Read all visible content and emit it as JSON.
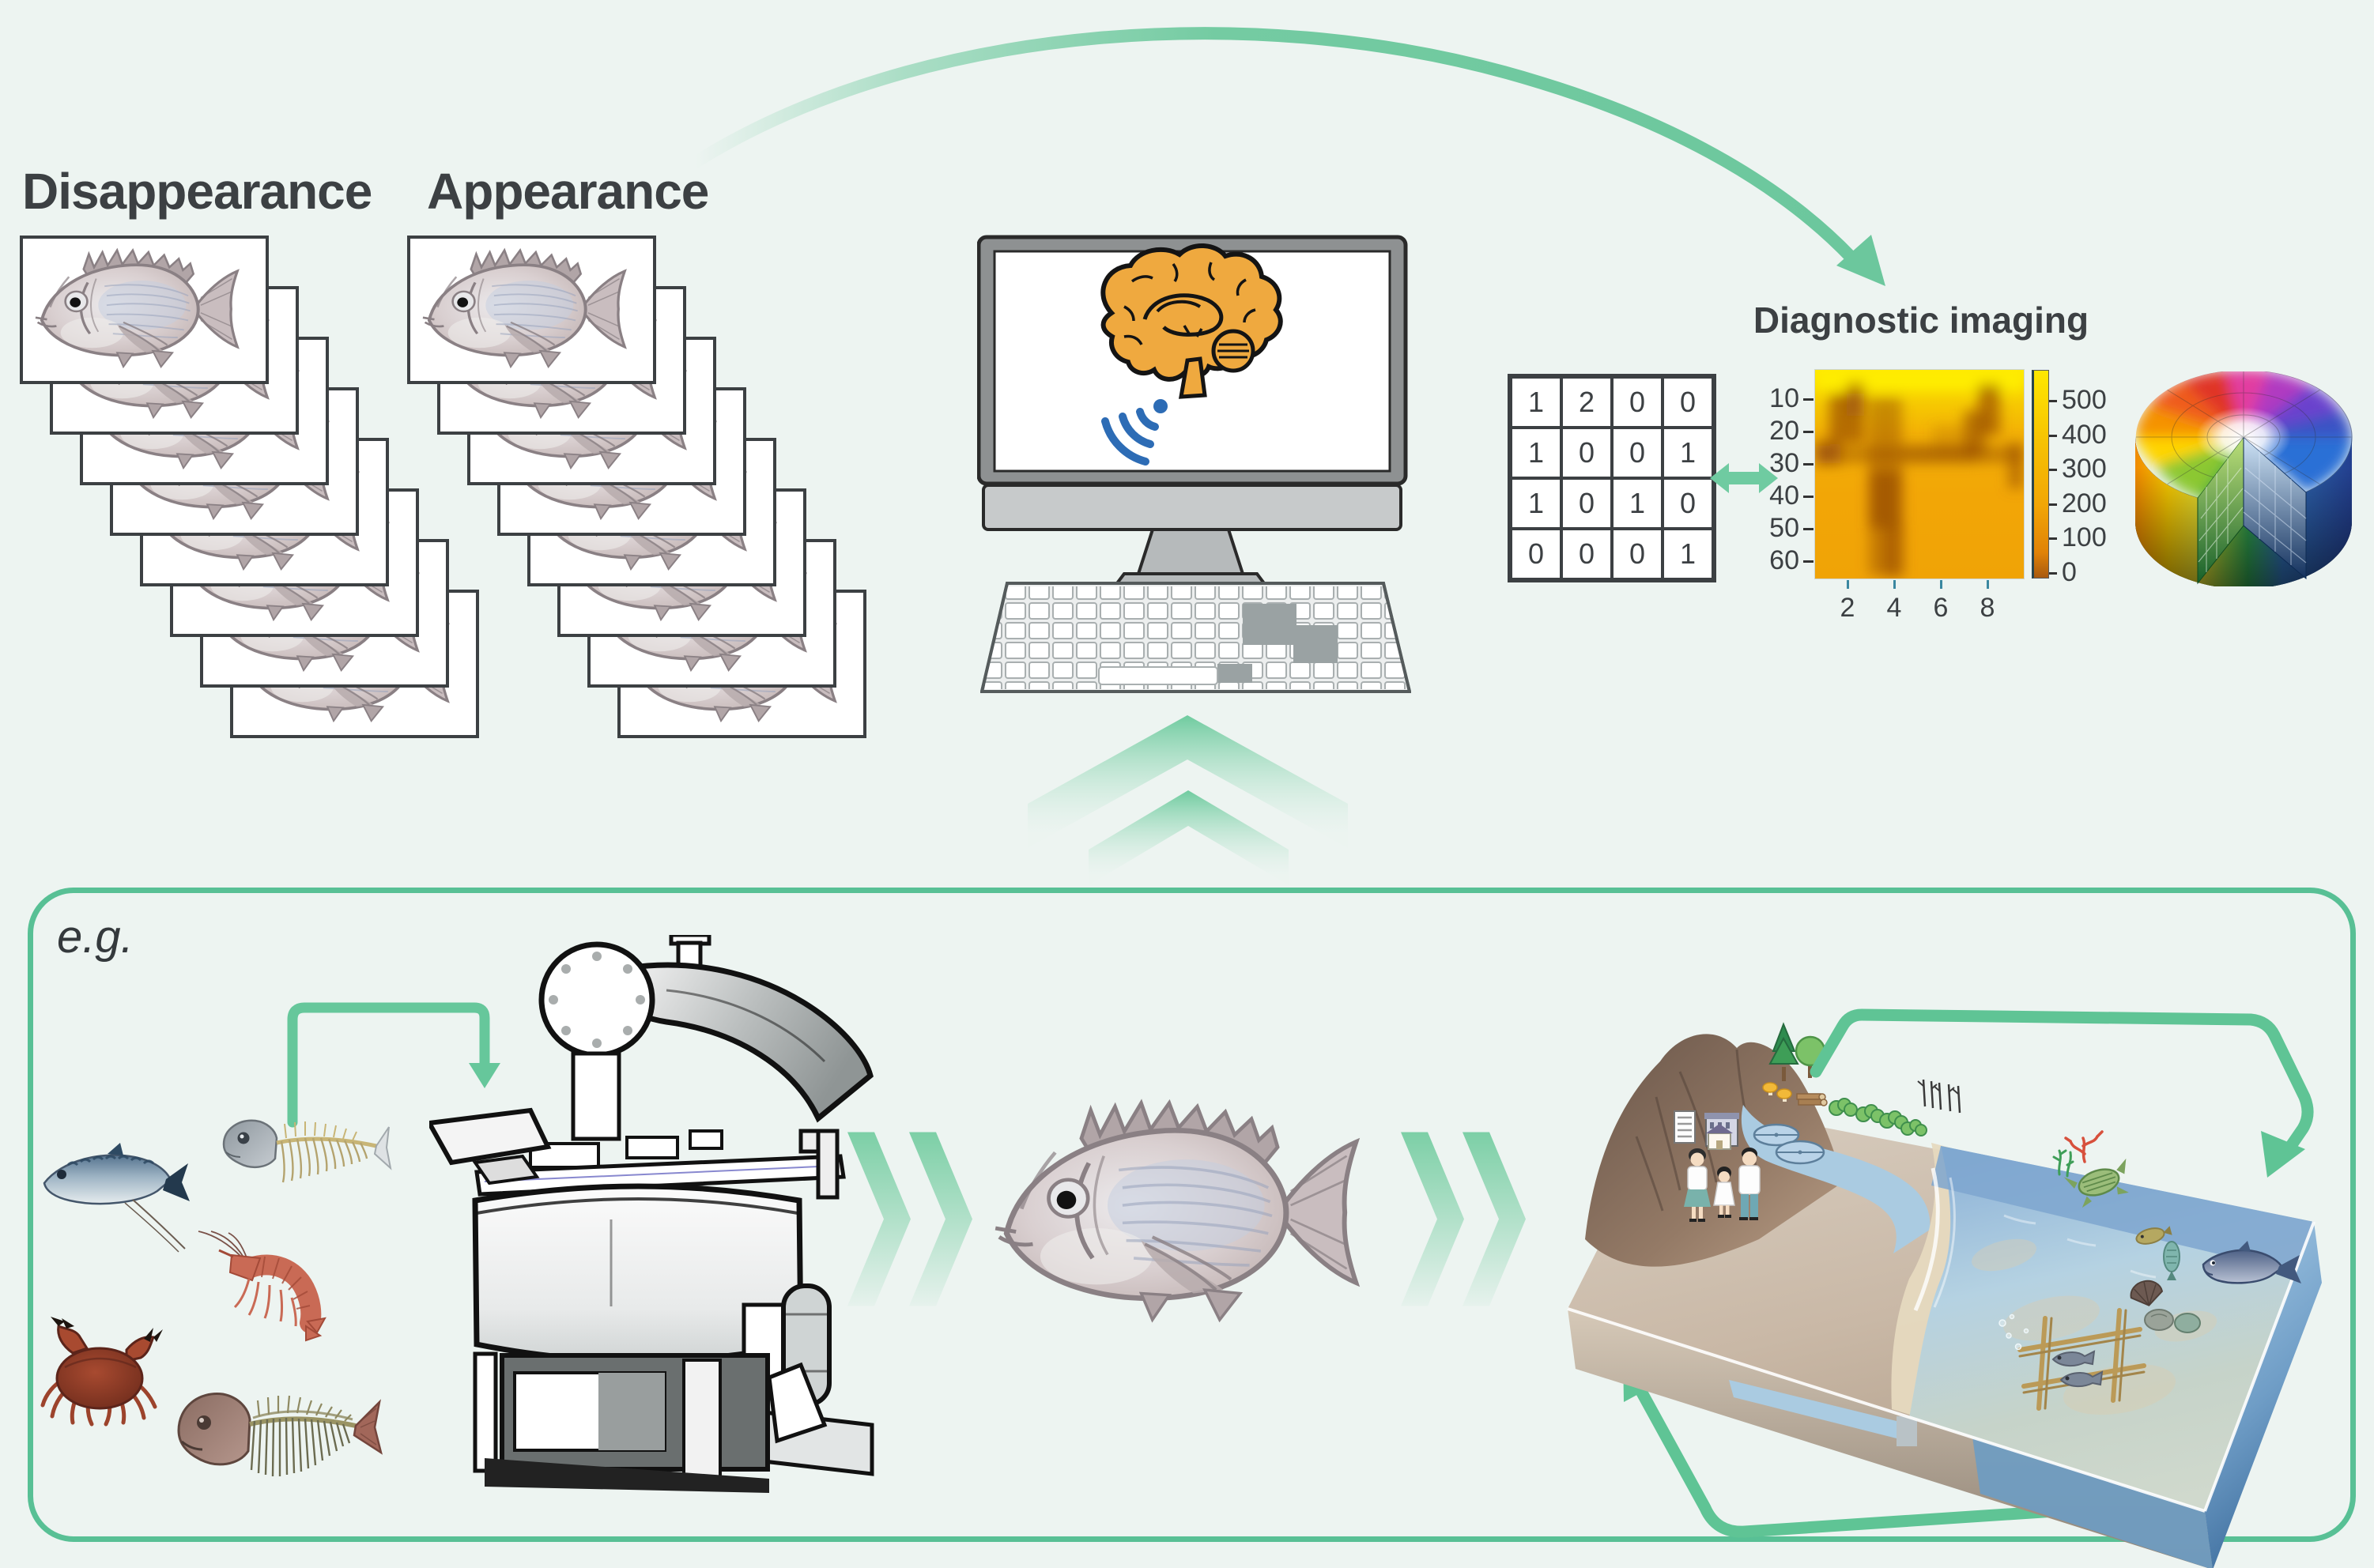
{
  "page": {
    "background_color": "#edf4f1",
    "accent_green": "#58c095",
    "arrow_green": "#6cc9a0",
    "wifi_blue": "#2d6cb5",
    "brain_orange": "#efa93f"
  },
  "stacks": {
    "disappearance": {
      "label": "Disappearance",
      "card_count": 8
    },
    "appearance": {
      "label": "Appearance",
      "card_count": 8
    },
    "card_subject_icon": "sea-bream-fish-icon"
  },
  "computer": {
    "screen_icon": "brain-icon",
    "signal_icon": "wifi-icon",
    "peripheral_icon": "keyboard-icon"
  },
  "diagnostic": {
    "title": "Diagnostic imaging",
    "matrix": [
      [
        1,
        2,
        0,
        0
      ],
      [
        1,
        0,
        0,
        1
      ],
      [
        1,
        0,
        1,
        0
      ],
      [
        0,
        0,
        0,
        1
      ]
    ],
    "exchange_icon": "double-headed-arrow-icon",
    "colorspace_icon": "hsv-color-cylinder-icon"
  },
  "chart_data": {
    "type": "heatmap",
    "title": "Diagnostic imaging",
    "x_ticks": [
      2,
      4,
      6,
      8
    ],
    "y_ticks": [
      10,
      20,
      30,
      40,
      50,
      60
    ],
    "x_range": [
      1,
      9
    ],
    "y_range": [
      5,
      65
    ],
    "colorbar": {
      "ticks": [
        500,
        400,
        300,
        200,
        100,
        0
      ],
      "min": 0,
      "max": 500,
      "high_color": "#ffe800",
      "mid_color": "#f2a606",
      "low_color": "#a85a10",
      "position": "right"
    },
    "grid": false,
    "low_value_dark_regions": [
      {
        "x": [
          1.5,
          2.6
        ],
        "y": [
          12,
          32
        ]
      },
      {
        "x": [
          3.0,
          4.3
        ],
        "y": [
          15,
          62
        ]
      },
      {
        "x": [
          1.0,
          9.0
        ],
        "y": [
          25,
          30
        ]
      },
      {
        "x": [
          7.4,
          8.6
        ],
        "y": [
          6,
          30
        ]
      },
      {
        "x": [
          8.8,
          9.0
        ],
        "y": [
          27,
          42
        ]
      }
    ]
  },
  "example": {
    "label": "e.g.",
    "input_icons": [
      "mackerel-fish-icon",
      "fish-skeleton-icon",
      "shrimp-icon",
      "crab-icon",
      "fish-head-skeleton-icon"
    ],
    "machine_icon": "fish-meal-processing-machine-icon",
    "output_icon": "sea-bream-fish-icon",
    "ecosystem_icon": "coastal-ecosystem-icon"
  }
}
